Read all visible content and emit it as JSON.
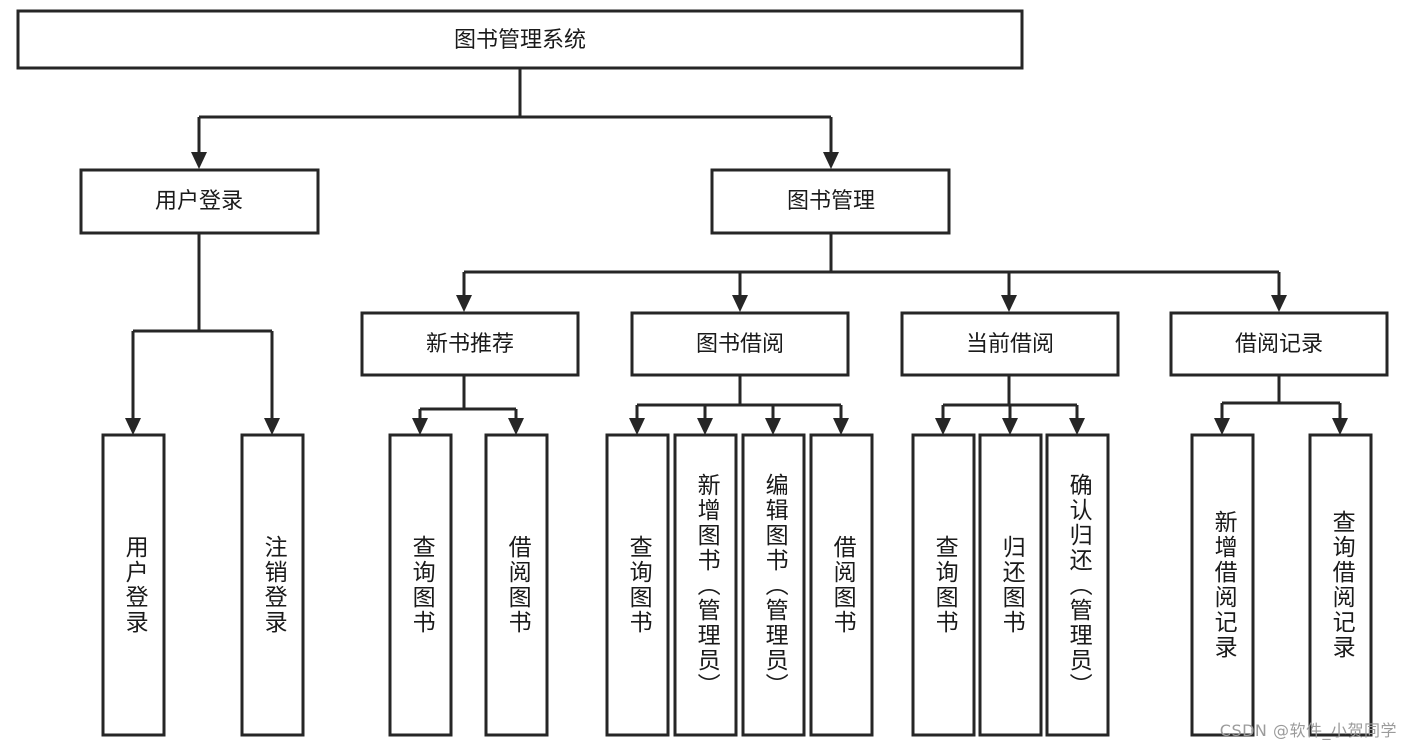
{
  "diagram": {
    "title": "图书管理系统",
    "type": "tree-hierarchy",
    "root": {
      "id": "root",
      "label": "图书管理系统"
    },
    "level2": [
      {
        "id": "user-login",
        "label": "用户登录"
      },
      {
        "id": "book-manage",
        "label": "图书管理"
      }
    ],
    "level3": [
      {
        "id": "new-book-recommend",
        "label": "新书推荐",
        "parent": "book-manage"
      },
      {
        "id": "book-borrow",
        "label": "图书借阅",
        "parent": "book-manage"
      },
      {
        "id": "current-borrow",
        "label": "当前借阅",
        "parent": "book-manage"
      },
      {
        "id": "borrow-record",
        "label": "借阅记录",
        "parent": "book-manage"
      }
    ],
    "leaves": [
      {
        "id": "leaf-user-login",
        "label": "用户登录",
        "parent": "user-login"
      },
      {
        "id": "leaf-logout-login",
        "label": "注销登录",
        "parent": "user-login"
      },
      {
        "id": "leaf-query-book-1",
        "label": "查询图书",
        "parent": "new-book-recommend"
      },
      {
        "id": "leaf-borrow-book-1",
        "label": "借阅图书",
        "parent": "new-book-recommend"
      },
      {
        "id": "leaf-query-book-2",
        "label": "查询图书",
        "parent": "book-borrow"
      },
      {
        "id": "leaf-add-book",
        "label": "新增图书（管理员）",
        "parent": "book-borrow"
      },
      {
        "id": "leaf-edit-book",
        "label": "编辑图书（管理员）",
        "parent": "book-borrow"
      },
      {
        "id": "leaf-borrow-book-2",
        "label": "借阅图书",
        "parent": "book-borrow"
      },
      {
        "id": "leaf-query-book-3",
        "label": "查询图书",
        "parent": "current-borrow"
      },
      {
        "id": "leaf-return-book",
        "label": "归还图书",
        "parent": "current-borrow"
      },
      {
        "id": "leaf-confirm-return",
        "label": "确认归还（管理员）",
        "parent": "current-borrow"
      },
      {
        "id": "leaf-add-record",
        "label": "新增借阅记录",
        "parent": "borrow-record"
      },
      {
        "id": "leaf-query-record",
        "label": "查询借阅记录",
        "parent": "borrow-record"
      }
    ]
  },
  "watermark": {
    "text": "CSDN @软件_小贺同学"
  },
  "colors": {
    "stroke": "#262626",
    "fill": "#ffffff",
    "text": "#1a1a1a",
    "watermark": "#9b9b9b",
    "background": "#ffffff"
  }
}
